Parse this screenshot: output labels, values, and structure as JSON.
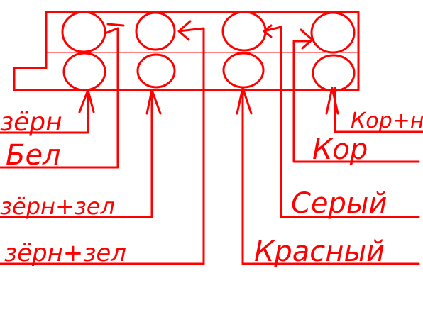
{
  "colors": {
    "ink": "#ff0000",
    "background": "#ffffff"
  },
  "labels": {
    "zern": "зёрн",
    "bel": "Бел",
    "zern_zel_1": "зёрн+зел",
    "zern_zel_2": "зёрн+зел",
    "koричн": "Кор+н",
    "kor": "Кор",
    "serыi": "Серый",
    "krasnyi": "Красный"
  }
}
